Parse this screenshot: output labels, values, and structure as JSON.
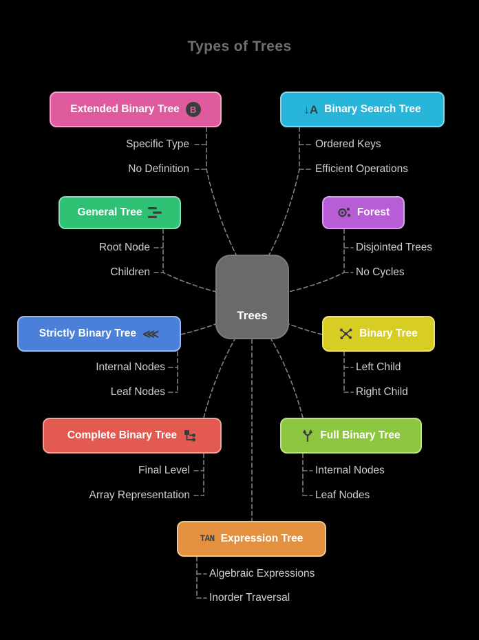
{
  "title": "Types of Trees",
  "theme": {
    "background": "#000000",
    "title_color": "#6f6f6f",
    "line_color": "#919191",
    "sub_label_color": "#cfcfcf",
    "node_text_color": "#ffffff",
    "icon_color": "#3d3d3d"
  },
  "center": {
    "label": "Trees",
    "fill": "#6a6a6a",
    "stroke": "#7c7c7c"
  },
  "nodes": [
    {
      "label": "Extended Binary Tree",
      "fill": "#df5b9e",
      "stroke": "#efa6cb",
      "icon": "badge-b-icon",
      "glyph": "B",
      "children": [
        "Specific Type",
        "No Definition"
      ]
    },
    {
      "label": "Binary Search Tree",
      "fill": "#27b6d9",
      "stroke": "#82d9ec",
      "icon": "sort-alpha-down-icon",
      "glyph": "↓A",
      "children": [
        "Ordered Keys",
        "Efficient Operations"
      ]
    },
    {
      "label": "General Tree",
      "fill": "#2fc275",
      "stroke": "#8fdcb4",
      "icon": "hierarchy-bars-icon",
      "children": [
        "Root Node",
        "Children"
      ]
    },
    {
      "label": "Forest",
      "fill": "#b85dd8",
      "stroke": "#d6a3ea",
      "icon": "cluster-icon",
      "children": [
        "Disjointed Trees",
        "No Cycles"
      ]
    },
    {
      "label": "Strictly Binary Tree",
      "fill": "#4b80da",
      "stroke": "#9db9ec",
      "icon": "triple-chevron-left-icon",
      "glyph": "⋘",
      "children": [
        "Internal Nodes",
        "Leaf Nodes"
      ]
    },
    {
      "label": "Binary Tree",
      "fill": "#d7cd23",
      "stroke": "#e9e07b",
      "icon": "network-nodes-icon",
      "children": [
        "Left Child",
        "Right Child"
      ]
    },
    {
      "label": "Complete Binary Tree",
      "fill": "#e35a51",
      "stroke": "#f0a29a",
      "icon": "sitemap-icon",
      "children": [
        "Final Level",
        "Array Representation"
      ]
    },
    {
      "label": "Full Binary Tree",
      "fill": "#8dc63f",
      "stroke": "#c2e18c",
      "icon": "split-arrows-icon",
      "children": [
        "Internal Nodes",
        "Leaf Nodes"
      ]
    },
    {
      "label": "Expression Tree",
      "fill": "#e3913e",
      "stroke": "#f2c492",
      "icon": "tan-function-icon",
      "glyph": "TAN",
      "children": [
        "Algebraic Expressions",
        "Inorder Traversal"
      ]
    }
  ]
}
